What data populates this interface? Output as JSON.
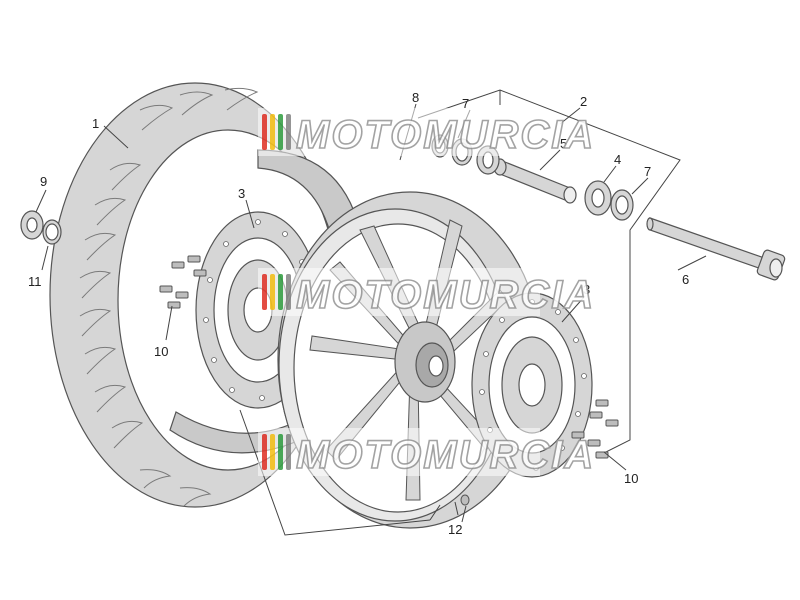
{
  "diagram": {
    "callouts": {
      "c1": "1",
      "c2": "2",
      "c3a": "3",
      "c3b": "3",
      "c4": "4",
      "c5": "5",
      "c6": "6",
      "c7a": "7",
      "c7b": "7",
      "c8": "8",
      "c9": "9",
      "c10a": "10",
      "c10b": "10",
      "c11": "11",
      "c12": "12"
    },
    "watermark": {
      "text": "MOTOMURCIA",
      "stripe_colors": [
        "#e03a2f",
        "#f4c21f",
        "#3aa24a",
        "#8a8a8a"
      ]
    }
  },
  "colors": {
    "part_fill": "#d6d6d6",
    "part_stroke": "#555555",
    "leader": "#444444"
  }
}
